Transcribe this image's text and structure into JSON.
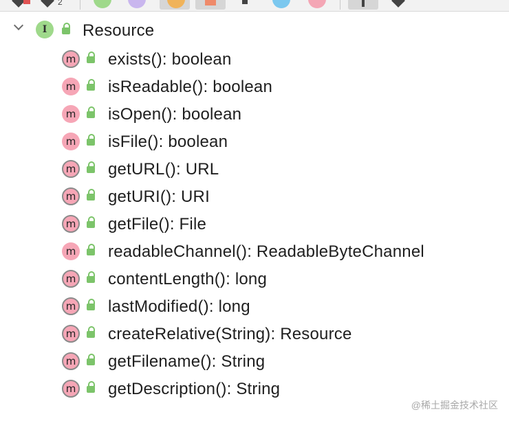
{
  "toolbar": {
    "count_label": "2"
  },
  "tree": {
    "root": {
      "badge": "I",
      "label": "Resource",
      "expanded": true
    },
    "members": [
      {
        "badge": "m",
        "label": "exists(): boolean",
        "abstract": true
      },
      {
        "badge": "m",
        "label": "isReadable(): boolean",
        "abstract": false
      },
      {
        "badge": "m",
        "label": "isOpen(): boolean",
        "abstract": false
      },
      {
        "badge": "m",
        "label": "isFile(): boolean",
        "abstract": false
      },
      {
        "badge": "m",
        "label": "getURL(): URL",
        "abstract": true
      },
      {
        "badge": "m",
        "label": "getURI(): URI",
        "abstract": true
      },
      {
        "badge": "m",
        "label": "getFile(): File",
        "abstract": true
      },
      {
        "badge": "m",
        "label": "readableChannel(): ReadableByteChannel",
        "abstract": false
      },
      {
        "badge": "m",
        "label": "contentLength(): long",
        "abstract": true
      },
      {
        "badge": "m",
        "label": "lastModified(): long",
        "abstract": true
      },
      {
        "badge": "m",
        "label": "createRelative(String): Resource",
        "abstract": true
      },
      {
        "badge": "m",
        "label": "getFilename(): String",
        "abstract": true
      },
      {
        "badge": "m",
        "label": "getDescription(): String",
        "abstract": true
      }
    ]
  },
  "watermark": "@稀土掘金技术社区",
  "colors": {
    "interface_badge": "#9fd98b",
    "method_badge": "#f6a6b6",
    "lock_green": "#7cc46a"
  }
}
